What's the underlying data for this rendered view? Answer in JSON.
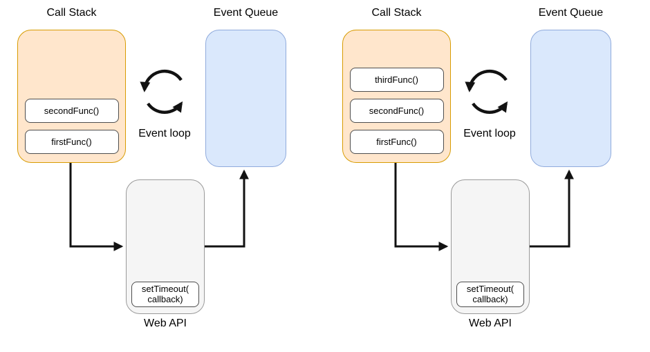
{
  "colors": {
    "call-stack-fill": "#FFE6CC",
    "call-stack-stroke": "#D79B00",
    "event-queue-fill": "#DAE8FC",
    "event-queue-stroke": "#8FAADC",
    "web-api-fill": "#F5F5F5",
    "web-api-stroke": "#999999",
    "frame-fill": "#FFFFFF",
    "frame-stroke": "#4D4D4D",
    "line-color": "#121212",
    "text-color": "#000000"
  },
  "diagrams": [
    {
      "call_stack": {
        "title": "Call Stack",
        "frames": [
          "secondFunc()",
          "firstFunc()"
        ]
      },
      "event_loop": {
        "label": "Event loop"
      },
      "event_queue": {
        "title": "Event Queue"
      },
      "web_api": {
        "label": "Web API",
        "task_line1": "setTimeout(",
        "task_line2": "callback)"
      }
    },
    {
      "call_stack": {
        "title": "Call Stack",
        "frames": [
          "thirdFunc()",
          "secondFunc()",
          "firstFunc()"
        ]
      },
      "event_loop": {
        "label": "Event loop"
      },
      "event_queue": {
        "title": "Event Queue"
      },
      "web_api": {
        "label": "Web API",
        "task_line1": "setTimeout(",
        "task_line2": "callback)"
      }
    }
  ]
}
